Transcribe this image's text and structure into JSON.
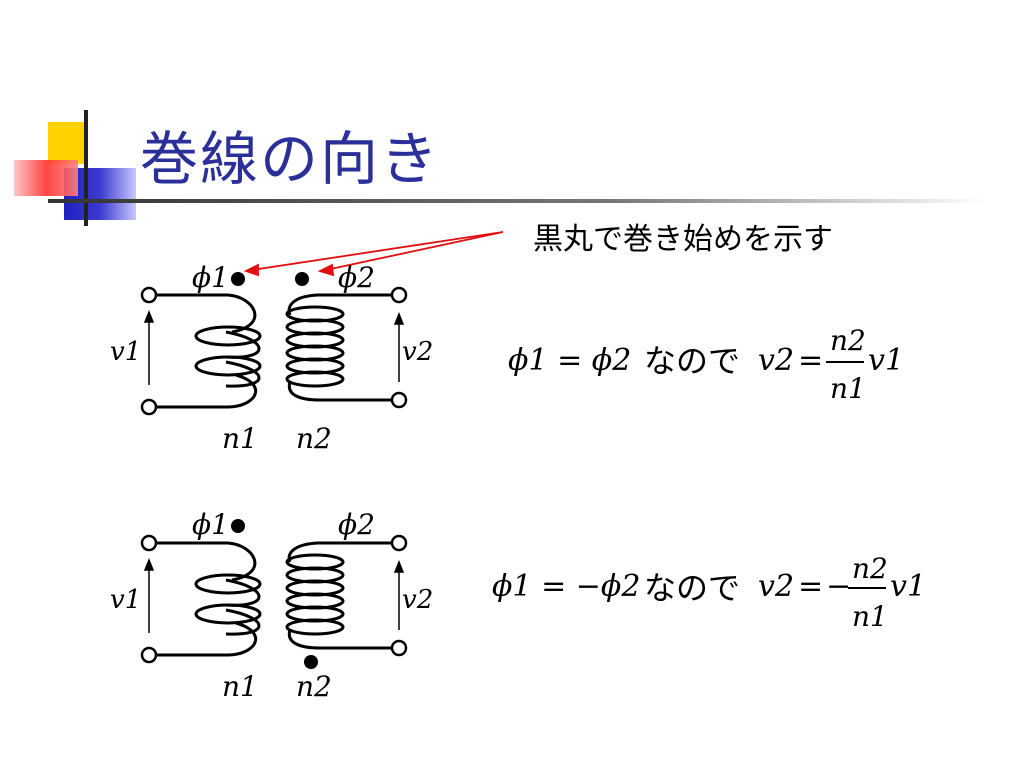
{
  "slide": {
    "title": "巻線の向き",
    "annotation": "黒丸で巻き始めを示す"
  },
  "colors": {
    "title": "#2b2f9a",
    "accent_yellow": "#ffd200",
    "accent_blue": "#3a3ad0",
    "accent_red": "#ff4a4a",
    "arrow": "#e01010"
  },
  "circuits": [
    {
      "phi_primary": "ϕ1",
      "phi_secondary": "ϕ2",
      "v_primary": "v1",
      "v_secondary": "v2",
      "n_primary": "n1",
      "n_secondary": "n2",
      "secondary_dot": "top",
      "equation": {
        "flux_relation": "ϕ1 = ϕ2",
        "conjunction": "なので",
        "lhs": "v2",
        "sign": "",
        "numerator": "n2",
        "denominator": "n1",
        "rhs": "v1"
      }
    },
    {
      "phi_primary": "ϕ1",
      "phi_secondary": "ϕ2",
      "v_primary": "v1",
      "v_secondary": "v2",
      "n_primary": "n1",
      "n_secondary": "n2",
      "secondary_dot": "bottom",
      "equation": {
        "flux_relation": "ϕ1 = −ϕ2",
        "conjunction": "なので",
        "lhs": "v2",
        "sign": "−",
        "numerator": "n2",
        "denominator": "n1",
        "rhs": "v1"
      }
    }
  ]
}
